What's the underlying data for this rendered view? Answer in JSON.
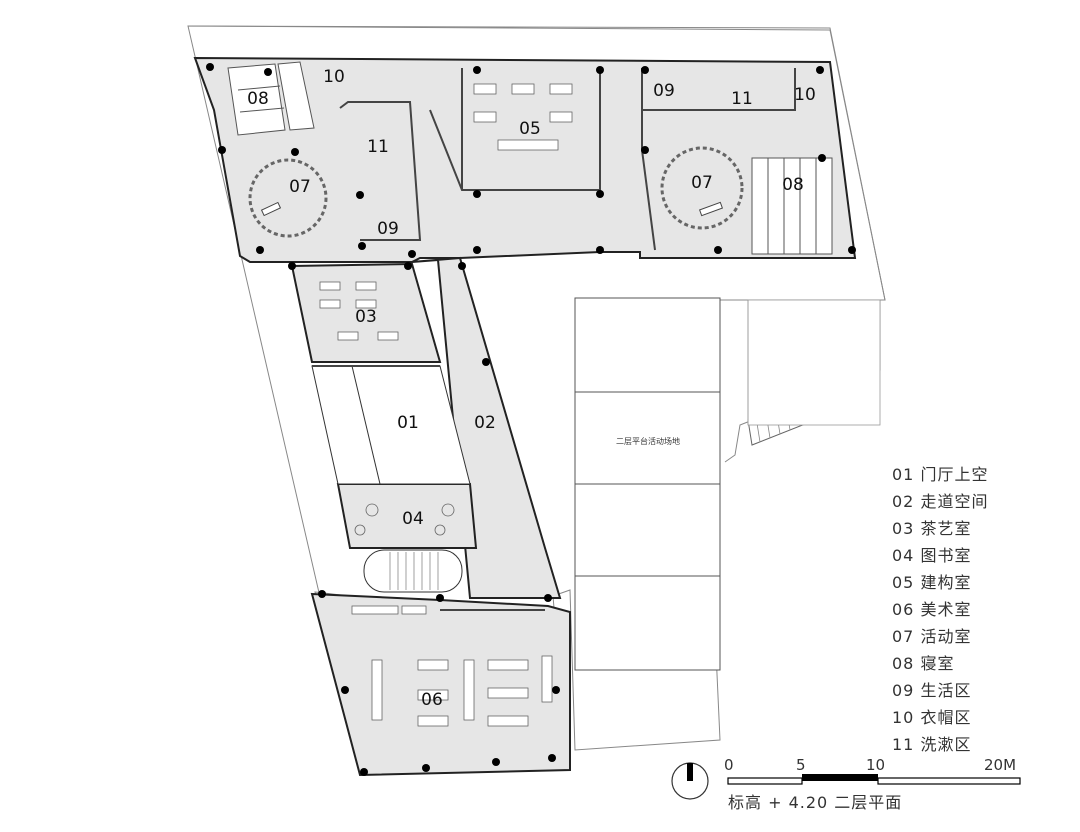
{
  "rooms": [
    {
      "id": "01",
      "label": "01"
    },
    {
      "id": "02",
      "label": "02"
    },
    {
      "id": "03",
      "label": "03"
    },
    {
      "id": "04",
      "label": "04"
    },
    {
      "id": "05",
      "label": "05"
    },
    {
      "id": "06",
      "label": "06"
    },
    {
      "id": "07a",
      "label": "07"
    },
    {
      "id": "07b",
      "label": "07"
    },
    {
      "id": "08a",
      "label": "08"
    },
    {
      "id": "08b",
      "label": "08"
    },
    {
      "id": "09a",
      "label": "09"
    },
    {
      "id": "09b",
      "label": "09"
    },
    {
      "id": "10a",
      "label": "10"
    },
    {
      "id": "10b",
      "label": "10"
    },
    {
      "id": "11a",
      "label": "11"
    },
    {
      "id": "11b",
      "label": "11"
    }
  ],
  "deck_label": "二层平台活动场地",
  "legend": [
    "01 门厅上空",
    "02 走道空间",
    "03 茶艺室",
    "04 图书室",
    "05 建构室",
    "06 美术室",
    "07 活动室",
    "08 寝室",
    "09 生活区",
    "10 衣帽区",
    "11 洗漱区"
  ],
  "scale": {
    "ticks": [
      "0",
      "5",
      "10",
      "20M"
    ]
  },
  "caption": "标高 + 4.20 二层平面"
}
